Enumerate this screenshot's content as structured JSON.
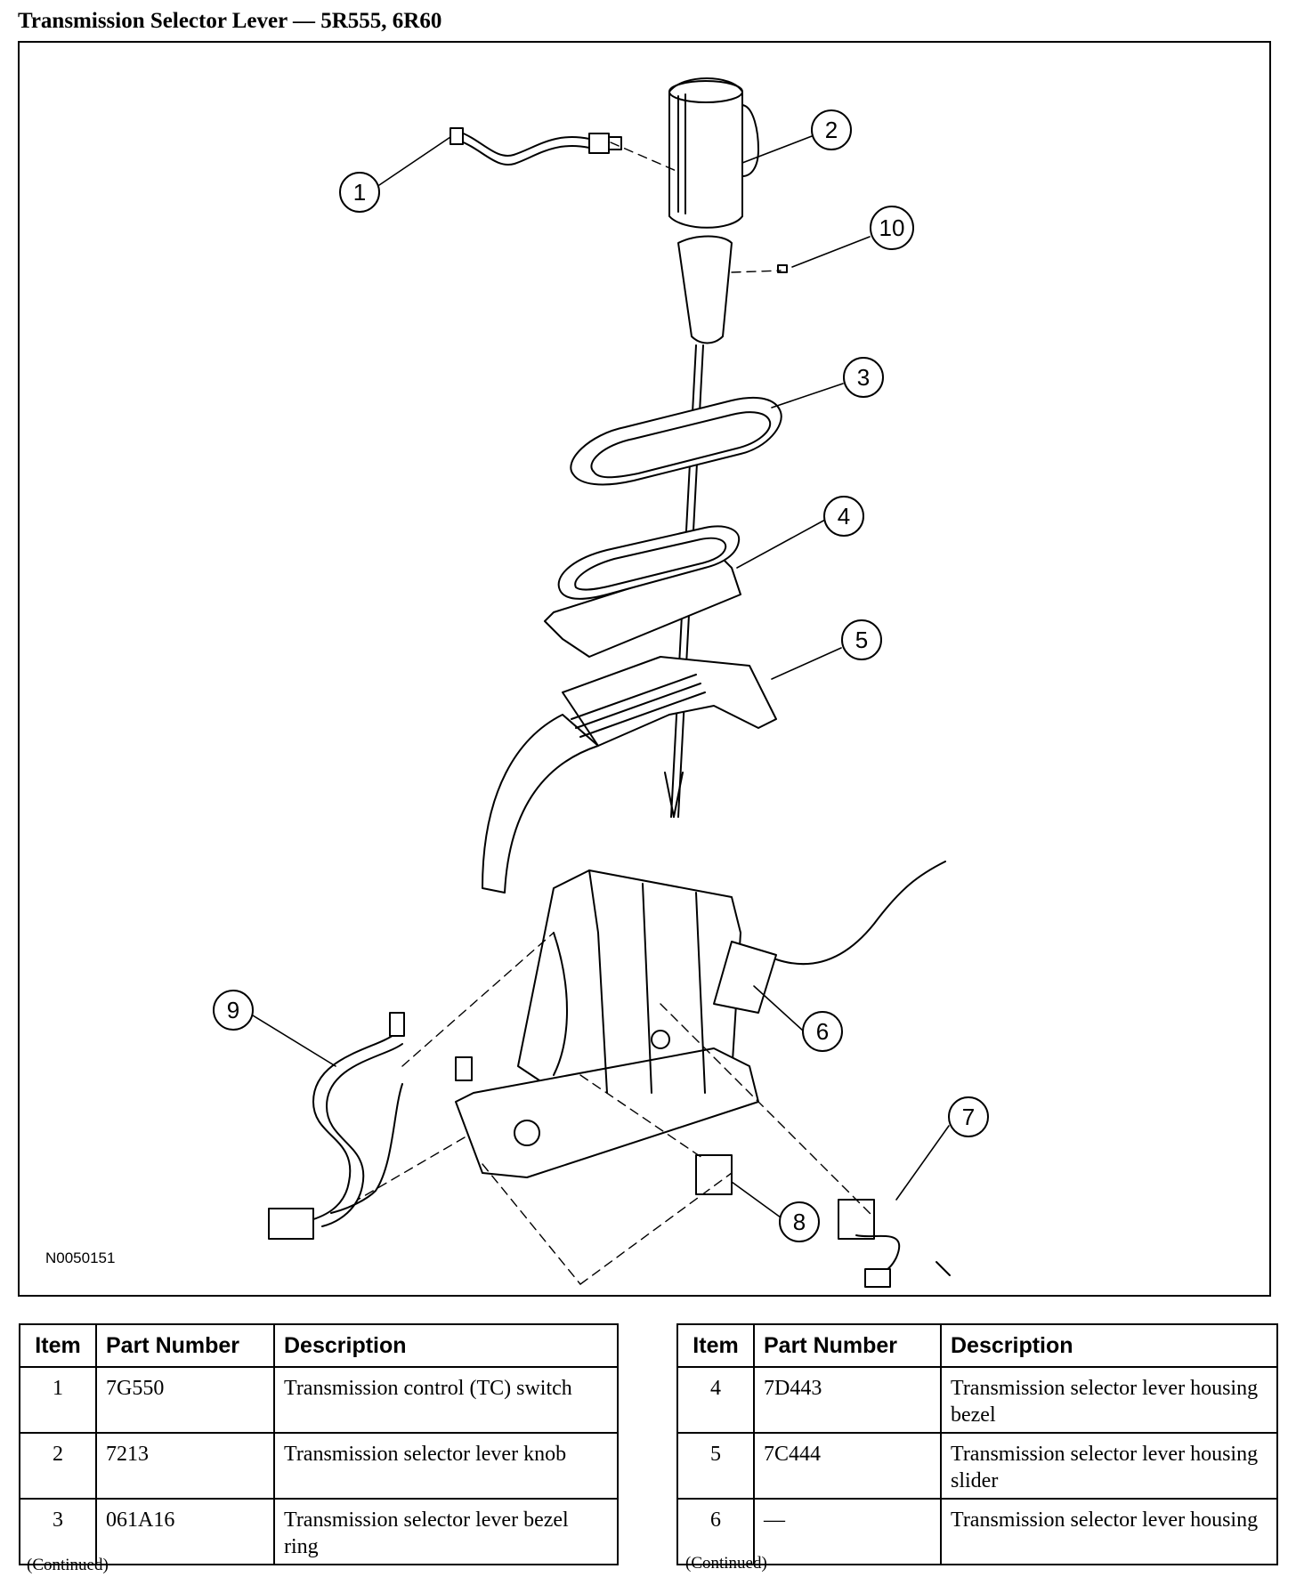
{
  "title": "Transmission Selector Lever — 5R555, 6R60",
  "figure_code": "N0050151",
  "callouts": [
    "1",
    "2",
    "3",
    "4",
    "5",
    "6",
    "7",
    "8",
    "9",
    "10"
  ],
  "table_headers": {
    "item": "Item",
    "part_number": "Part Number",
    "description": "Description"
  },
  "table_left": [
    {
      "item": "1",
      "part_number": "7G550",
      "description": "Transmission control (TC) switch"
    },
    {
      "item": "2",
      "part_number": "7213",
      "description": "Transmission selector lever knob"
    },
    {
      "item": "3",
      "part_number": "061A16",
      "description": "Transmission selector lever bezel ring"
    }
  ],
  "table_right": [
    {
      "item": "4",
      "part_number": "7D443",
      "description": "Transmission selector lever housing bezel"
    },
    {
      "item": "5",
      "part_number": "7C444",
      "description": "Transmission selector lever housing slider"
    },
    {
      "item": "6",
      "part_number": "—",
      "description": "Transmission selector lever housing"
    }
  ],
  "continued_label": "(Continued)"
}
